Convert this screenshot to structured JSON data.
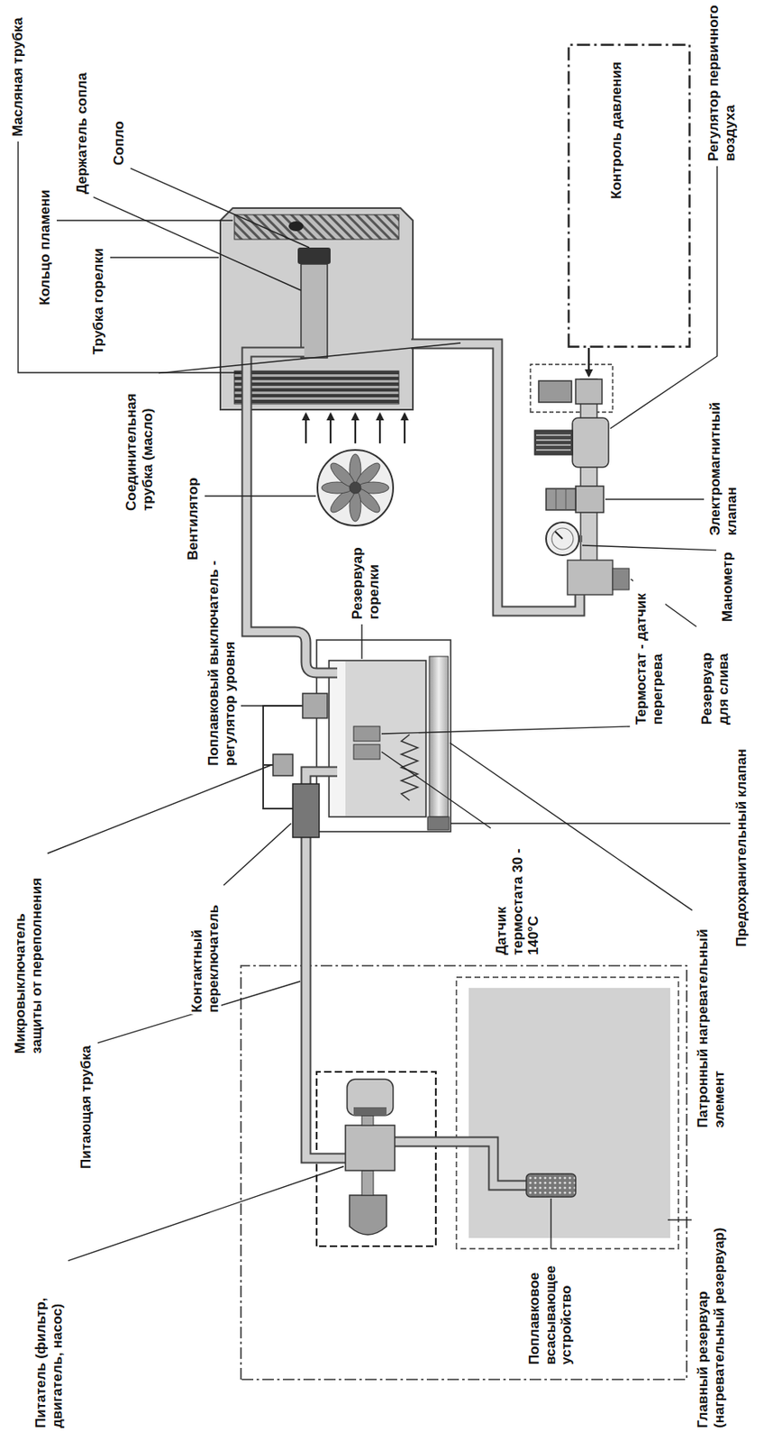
{
  "diagram": {
    "nodes": [
      {
        "text": [
          "Контроль давления"
        ]
      }
    ],
    "labels": [
      "Питатель (фильтр, двигатель, насос)",
      "Питающая трубка",
      "Микровыключатель защиты от переполнения",
      "Контактный переключатель",
      "Поплавковый выключатель - регулятор уровня",
      "Резервуар горелки",
      "Вентилятор",
      "Соединительная трубка (масло)",
      "Масляная трубка",
      "Кольцо пламени",
      "Трубка горелки",
      "Держатель сопла",
      "Сопло",
      "Регулятор первичного воздуха",
      "Главный резервуар (нагревательный резервуар)",
      "Поплавковое всасывающее устройство",
      "Патронный нагревательный элемент",
      "Предохранительный клапан",
      "Термостат - датчик перегрева",
      "Датчик термостата 30 - 140°C",
      "Резервуар для слива",
      "Манометр",
      "Электромагнитный клапан"
    ]
  }
}
